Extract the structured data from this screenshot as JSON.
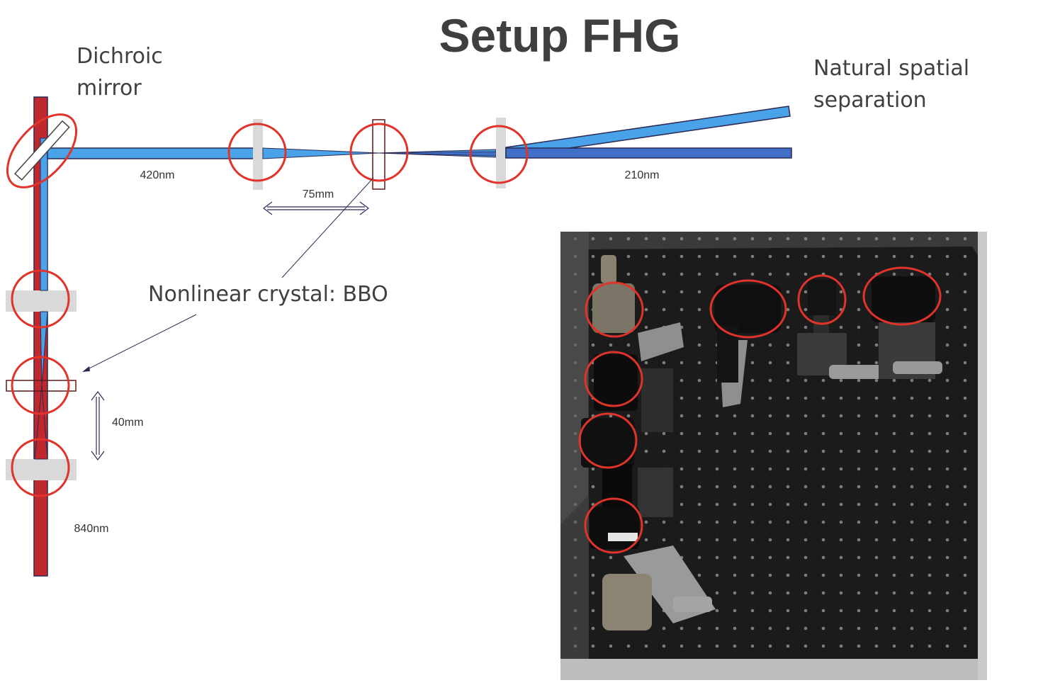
{
  "title": "Setup FHG",
  "labels": {
    "dichroic_line1": "Dichroic",
    "dichroic_line2": "mirror",
    "separation_line1": "Natural spatial",
    "separation_line2": "separation",
    "crystal": "Nonlinear crystal: BBO",
    "wl_blue": "420nm",
    "wl_uv": "210nm",
    "wl_red": "840nm",
    "dist_top": "75mm",
    "dist_side": "40mm"
  },
  "colors": {
    "red_beam": "#c0282d",
    "blue_beam": "#4aa3e8",
    "uv_beam": "#3f6fc7",
    "highlight_circle": "#e0342a",
    "lens": "#d9d9d9",
    "outline": "#2a2a55"
  },
  "photo": {
    "description_icon": "optical-table-photo",
    "table_color": "#1a1a1a"
  }
}
